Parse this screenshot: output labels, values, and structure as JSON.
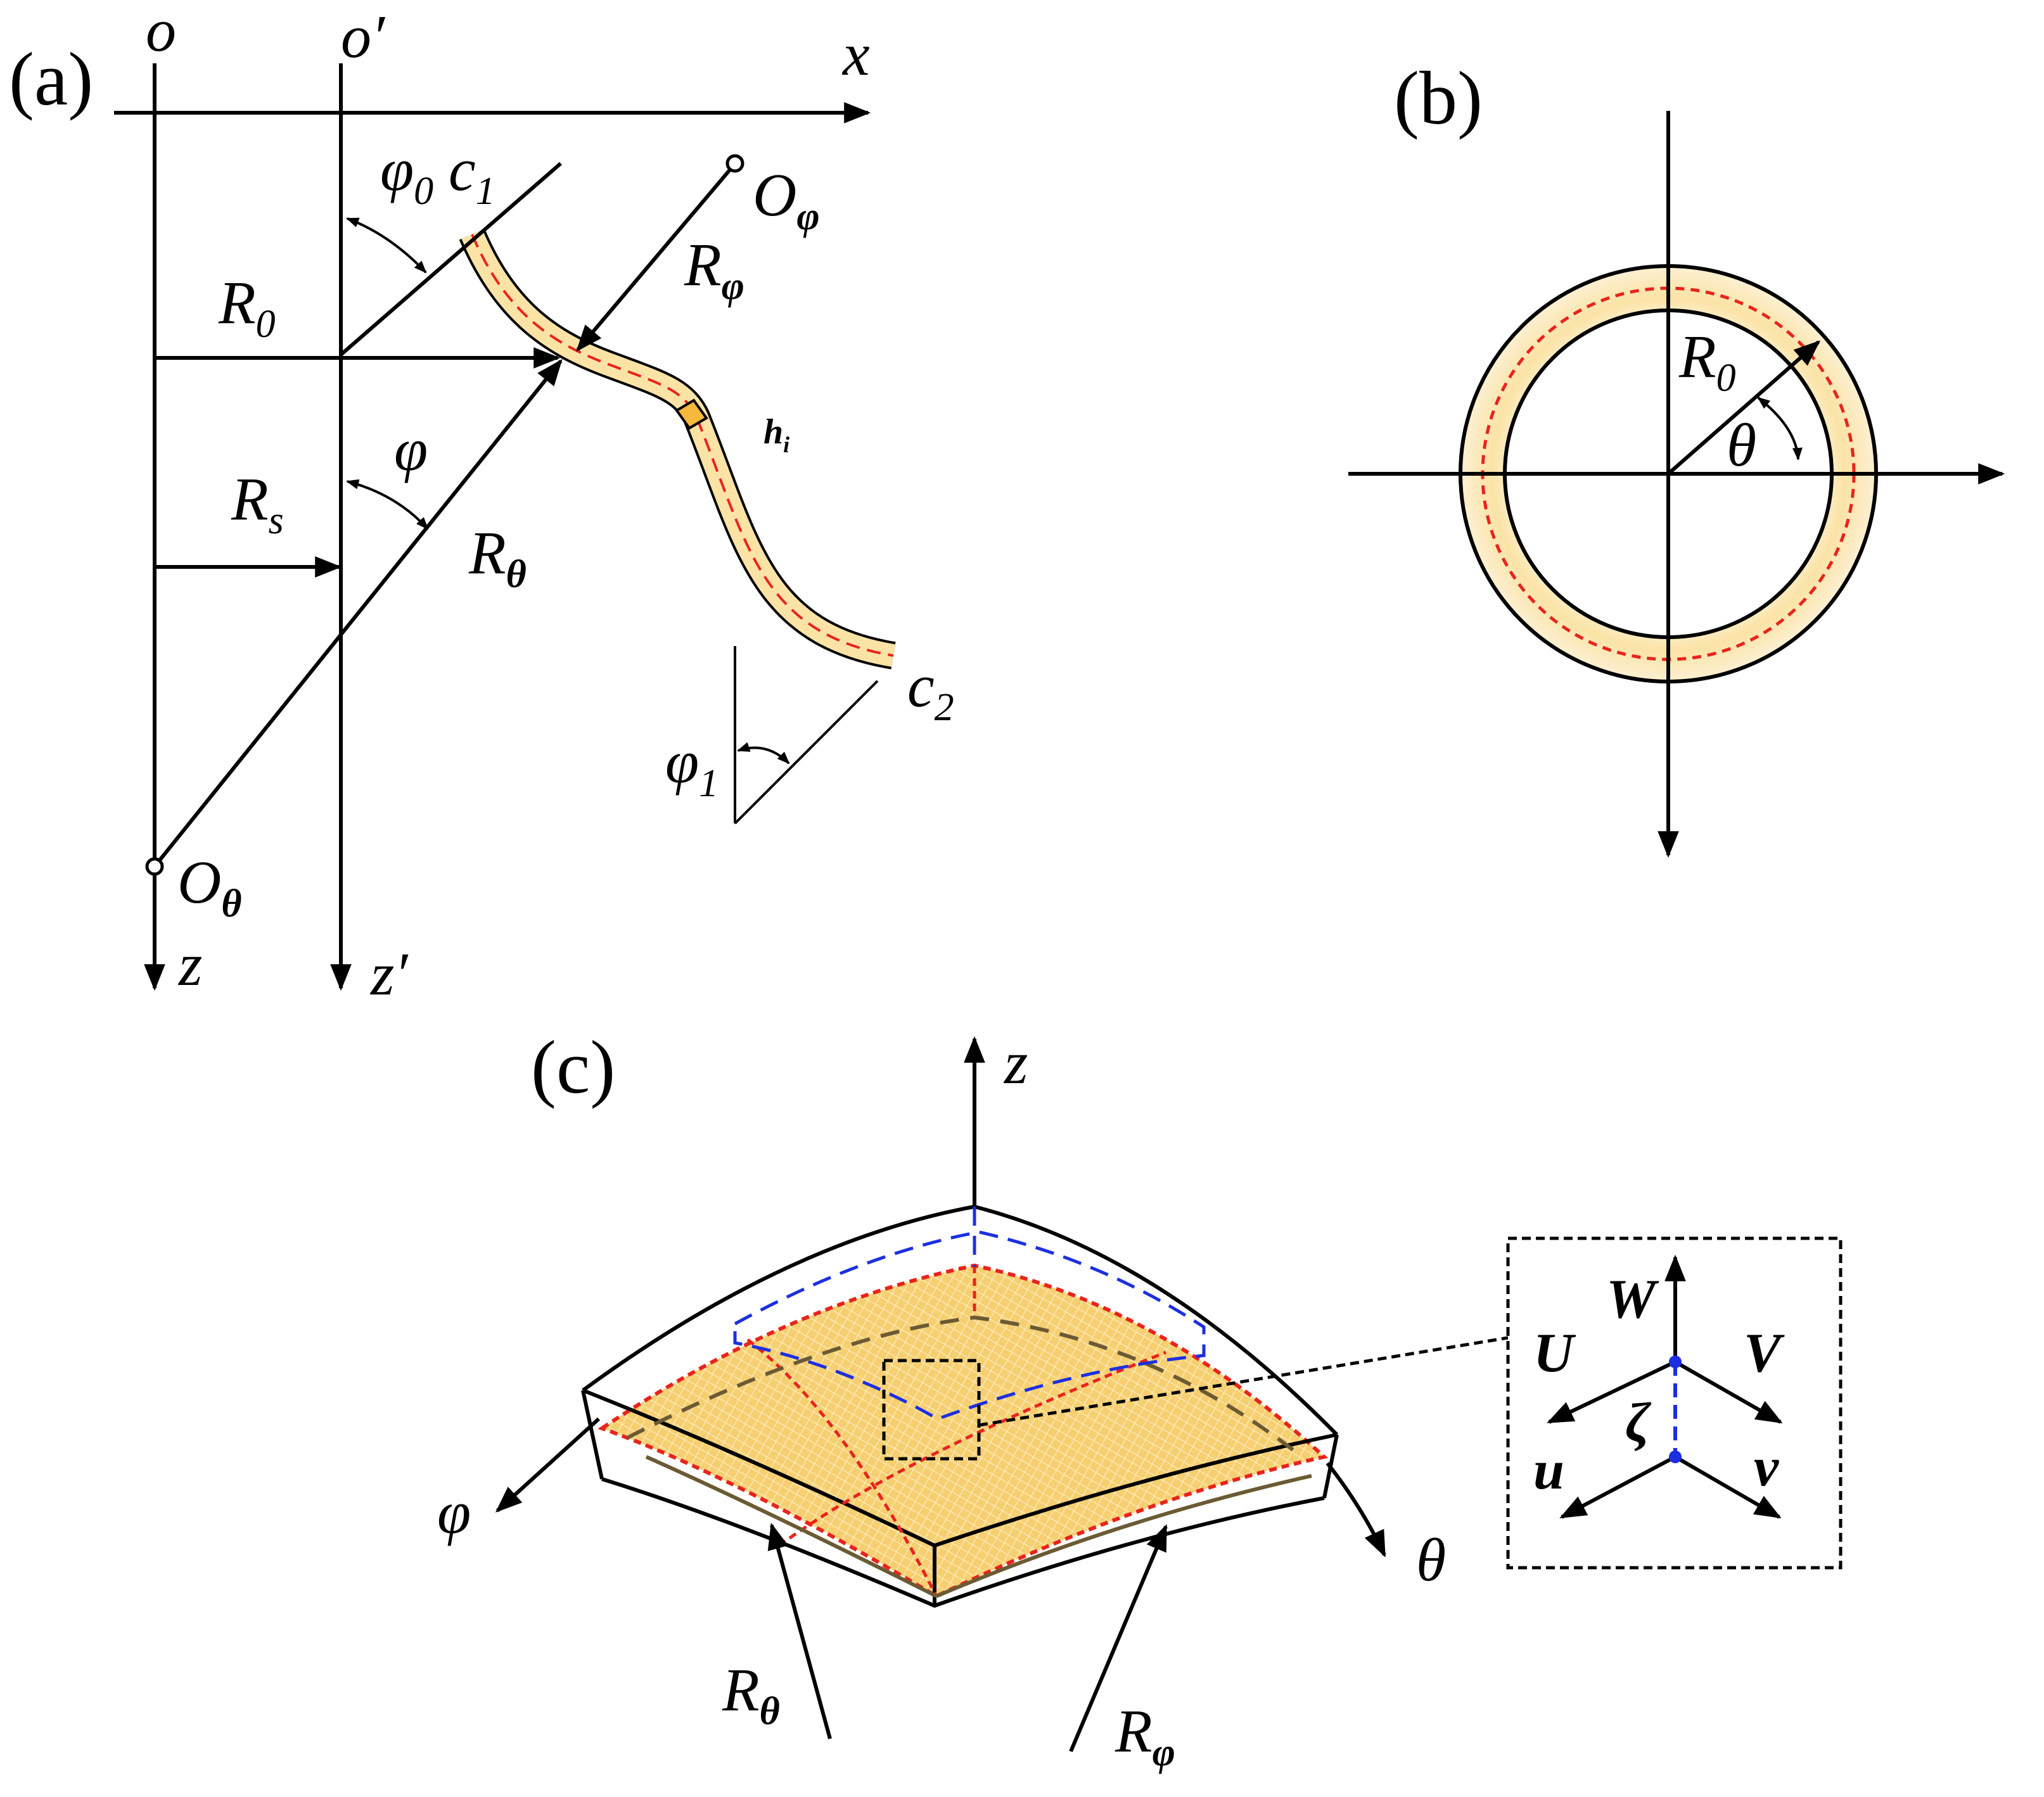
{
  "panels": {
    "a": {
      "tag": "(a)",
      "labels": {
        "o": "o",
        "o_prime": "o′",
        "x": "x",
        "phi0": "φ",
        "phi0_sub": "0",
        "c1": "c",
        "c1_sub": "1",
        "O_phi": "O",
        "O_phi_sub": "φ",
        "R_phi": "R",
        "R_phi_sub": "φ",
        "R0": "R",
        "R0_sub": "0",
        "phi": "φ",
        "h": "h",
        "h_sub": "i",
        "Rs": "R",
        "Rs_sub": "s",
        "R_theta": "R",
        "R_theta_sub": "θ",
        "c2": "c",
        "c2_sub": "2",
        "phi1": "φ",
        "phi1_sub": "1",
        "O_theta": "O",
        "O_theta_sub": "θ",
        "z": "z",
        "z_prime": "z′"
      }
    },
    "b": {
      "tag": "(b)",
      "labels": {
        "R0": "R",
        "R0_sub": "0",
        "theta": "θ"
      }
    },
    "c": {
      "tag": "(c)",
      "labels": {
        "z": "z",
        "phi": "φ",
        "theta": "θ",
        "R_theta": "R",
        "R_theta_sub": "θ",
        "R_phi": "R",
        "R_phi_sub": "φ",
        "W": "W",
        "U": "U",
        "V": "V",
        "u": "u",
        "v": "v",
        "zeta": "ζ"
      }
    }
  },
  "colors": {
    "shell_fill": "#fbe3a6",
    "shell_fill_light": "#fdf0d3",
    "mid_surface": "#e8241c",
    "element_outline": "#1c2fe0",
    "ink": "#000000",
    "dashed_grid": "#6b5a33"
  }
}
